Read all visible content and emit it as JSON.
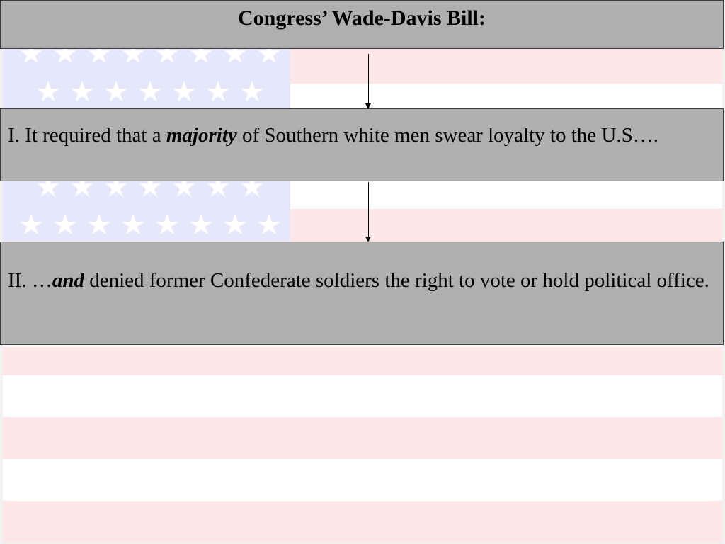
{
  "title": "Congress’ Wade-Davis Bill:",
  "points": [
    {
      "prefix": "I.  It required that a ",
      "emphasis": "majority",
      "rest": " of Southern white men swear loyalty to the U.S…."
    },
    {
      "prefix": "II. …",
      "emphasis": "and",
      "rest": " denied former Confederate soldiers the right to vote or hold political office."
    }
  ],
  "colors": {
    "box_fill": "#afafaf",
    "stripe_red": "#fde6e8",
    "stripe_white": "#ffffff",
    "canton": "#e7e7fb"
  },
  "icons": {
    "star": "white-star-icon",
    "arrow": "down-arrow-icon"
  }
}
